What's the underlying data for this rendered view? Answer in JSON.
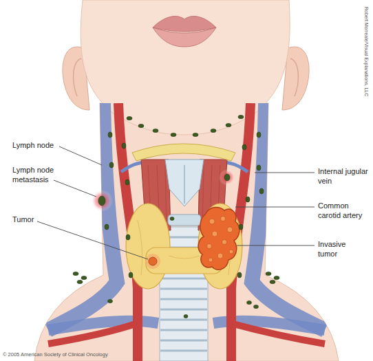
{
  "diagram": {
    "labels": [
      "Lymph node",
      "Lymph node metastasis",
      "Tumor",
      "Internal jugular vein",
      "Common carotid artery",
      "Invasive tumor",
      "Robert Morreale/Visual Explanations, LLC",
      "© 2005 American Society of Clinical Oncology"
    ]
  }
}
